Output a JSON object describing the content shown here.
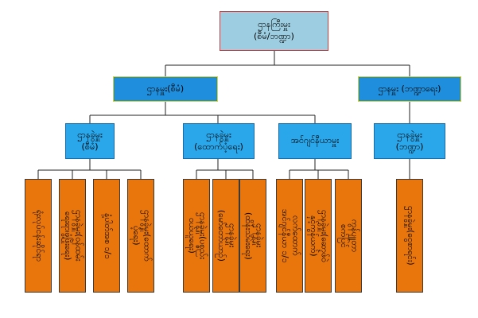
{
  "root": {
    "line1": "ဌာနကြီးမှူး",
    "line2": "(စီမံ/ဘဏ္ဍာ)"
  },
  "branches": [
    {
      "title": "ဌာနမှူး(စီမံ)",
      "units": [
        {
          "line1": "ဌာနခွဲမှူး",
          "line2": "(စီမံ)",
          "leaves": [
            {
              "line1": "ရုံးလုပ်ငန်းဆိုင်ရာ",
              "line2": ""
            },
            {
              "line1": "ဌာနခွဲမှူး(ဝန်ထမ်း",
              "line2": "ရေးရာ၊ဖွံ့ဖြိုးရေး)"
            },
            {
              "line1": "နံ့ပါတ်အစ ၁/၁",
              "line2": ""
            },
            {
              "line1": "ဌာနခွဲမှူး(ထောက်",
              "line2": "ပံ့ရေး)"
            }
          ]
        },
        {
          "line1": "ဌာနခွဲမှူး",
          "line2": "(ထောက်ပံ့ရေး)",
          "leaves": [
            {
              "line1": "ဌာနခွဲမှူး(ပစ္စည်း",
              "line2": "ဝယ်ယူရေး)"
            },
            {
              "line1": "ဌာနခွဲမှူး",
              "line2": "(မော်တော်ယာဉ်)"
            },
            {
              "line1": "ဌာနခွဲမှူး",
              "line2": "(ထိန်းသိမ်းရေး)"
            }
          ]
        },
        {
          "line1": "အင်ဂျင်နီယာမှူး",
          "line2": "",
          "leaves": [
            {
              "line1": "လက်ထောက်",
              "line2": "အင်ဂျင်နီယာ ၁/၁"
            },
            {
              "line1": "ဌာနခွဲမှူး(ဆော့ဖ်ဝဲ",
              "line2": "နှင့်ကွန်ယက်)"
            },
            {
              "line1": "ကွန်ပျူတာ",
              "line2": "စက်ပြင်"
            }
          ]
        }
      ]
    },
    {
      "title": "ဌာနမှူး (ဘဏ္ဍာရေး)",
      "units": [
        {
          "line1": "ဌာနခွဲမှူး",
          "line2": "(ဘဏ္ဍာ)",
          "leaves": [
            {
              "line1": "ဌာနခွဲမှူး(ငွေစာရင်း)",
              "line2": ""
            }
          ]
        }
      ]
    }
  ]
}
